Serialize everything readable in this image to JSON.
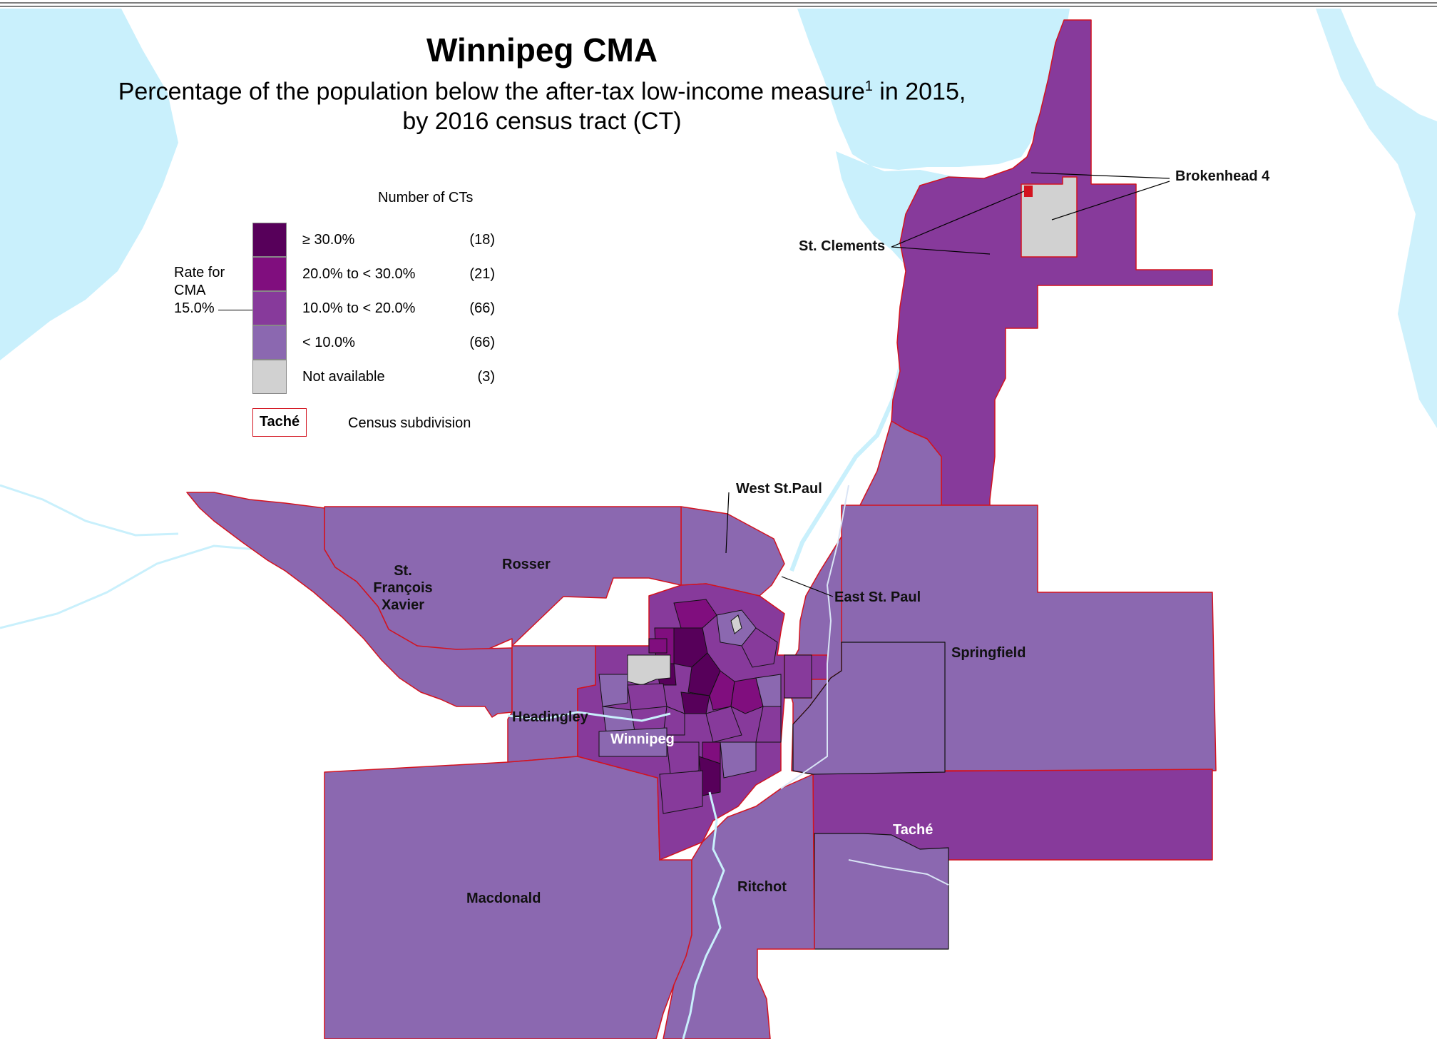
{
  "title": "Winnipeg CMA",
  "subtitle_line1": "Percentage of the population below the after-tax low-income measure",
  "subtitle_sup": "1",
  "subtitle_line1_end": " in 2015,",
  "subtitle_line2": "by 2016 census tract (CT)",
  "legend": {
    "header": "Number of CTs",
    "rate_label_1": "Rate for",
    "rate_label_2": "CMA",
    "rate_label_3": "15.0%",
    "rows": [
      {
        "label": "≥ 30.0%",
        "count": "(18)",
        "color": "#57005a"
      },
      {
        "label": "20.0% to < 30.0%",
        "count": "(21)",
        "color": "#800e7e"
      },
      {
        "label": "10.0% to < 20.0%",
        "count": "(66)",
        "color": "#873a9b"
      },
      {
        "label": "< 10.0%",
        "count": "(66)",
        "color": "#8b68b0"
      },
      {
        "label": "Not available",
        "count": "(3)",
        "color": "#d1d1d1"
      }
    ],
    "csd_sample": "Taché",
    "csd_label": "Census subdivision"
  },
  "places": {
    "brokenhead": "Brokenhead 4",
    "st_clements": "St. Clements",
    "west_st_paul": "West St.Paul",
    "east_st_paul": "East St. Paul",
    "rosser": "Rosser",
    "sfx_1": "St.",
    "sfx_2": "François",
    "sfx_3": "Xavier",
    "springfield": "Springfield",
    "headingley": "Headingley",
    "winnipeg": "Winnipeg",
    "tache": "Taché",
    "macdonald": "Macdonald",
    "ritchot": "Ritchot"
  },
  "colors": {
    "water": "#c9f0fc",
    "class_low": "#8b68b0",
    "class_mid": "#873a9b",
    "class_high": "#800e7e",
    "class_top": "#57005a",
    "not_available": "#d1d1d1",
    "csd_boundary": "#d3131f"
  }
}
